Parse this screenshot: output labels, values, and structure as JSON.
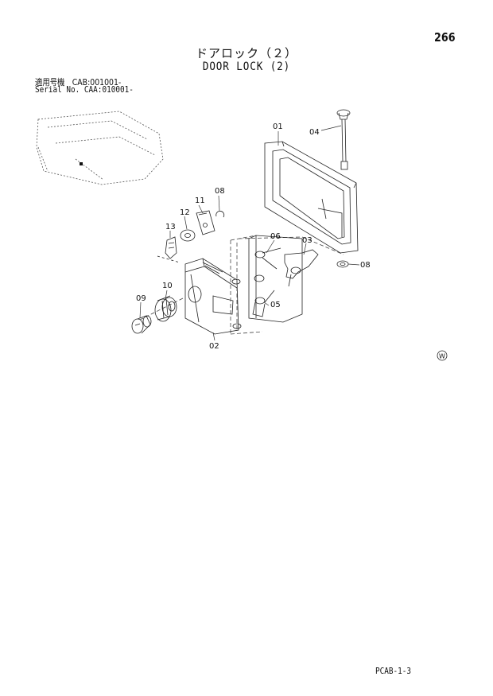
{
  "header": {
    "page_number": "266",
    "title_jp": "ドアロック（２）",
    "title_en": "DOOR LOCK (2)",
    "serial_jp": "適用号機　CAB:001001-",
    "serial_en": "Serial No. CAA:010001-"
  },
  "diagram": {
    "part_labels": {
      "p01": "01",
      "p02": "02",
      "p03": "03",
      "p04": "04",
      "p05": "05",
      "p06": "06",
      "p08a": "08",
      "p08b": "08",
      "p09": "09",
      "p10": "10",
      "p11": "11",
      "p12": "12",
      "p13": "13"
    },
    "mark": "W"
  },
  "footer": {
    "code": "PCAB-1-3"
  }
}
